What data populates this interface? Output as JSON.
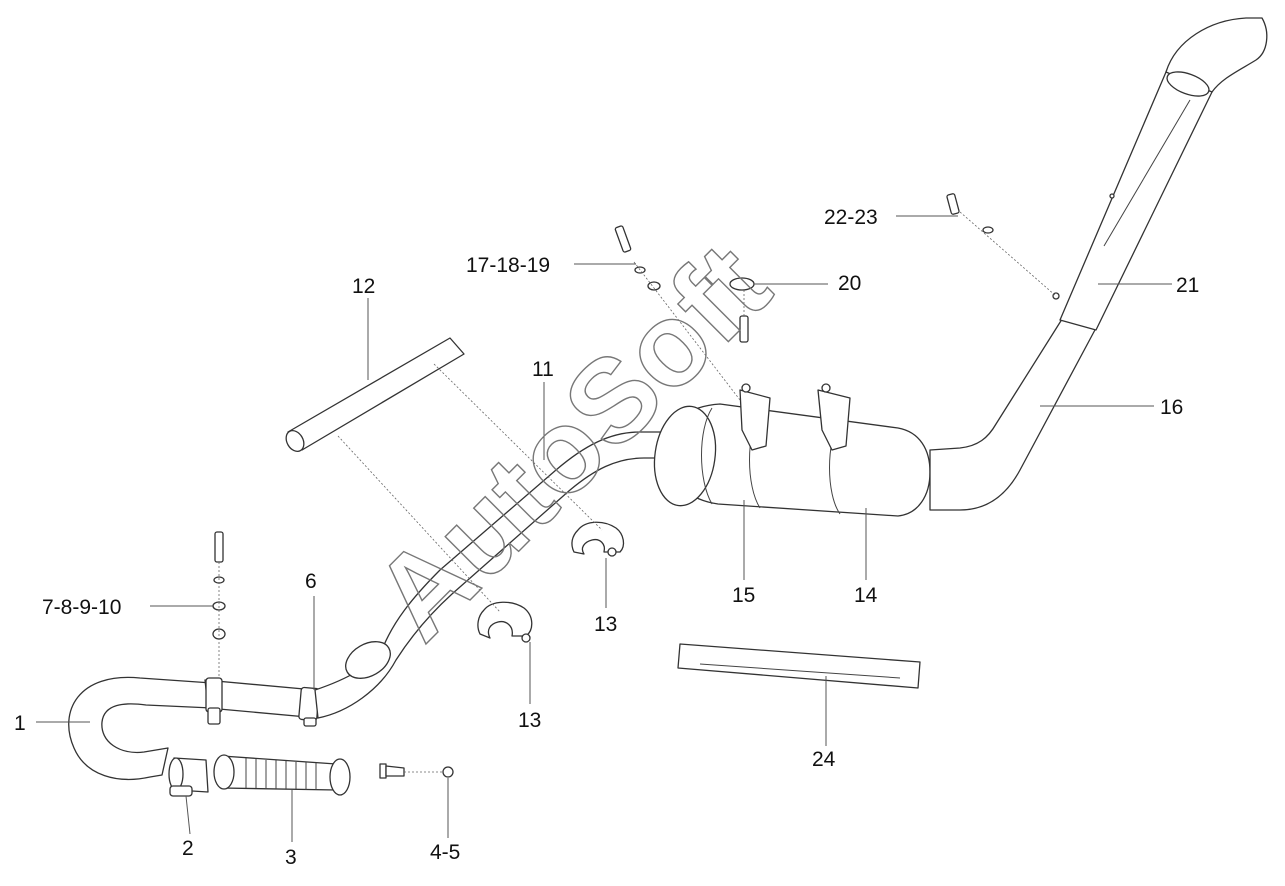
{
  "diagram": {
    "watermark": "AutoSoft",
    "callouts": {
      "c1": "1",
      "c2": "2",
      "c3": "3",
      "c4_5": "4-5",
      "c6": "6",
      "c7_10": "7-8-9-10",
      "c11": "11",
      "c12": "12",
      "c13a": "13",
      "c13b": "13",
      "c14": "14",
      "c15": "15",
      "c16": "16",
      "c17_19": "17-18-19",
      "c20": "20",
      "c21": "21",
      "c22_23": "22-23",
      "c24": "24"
    }
  }
}
